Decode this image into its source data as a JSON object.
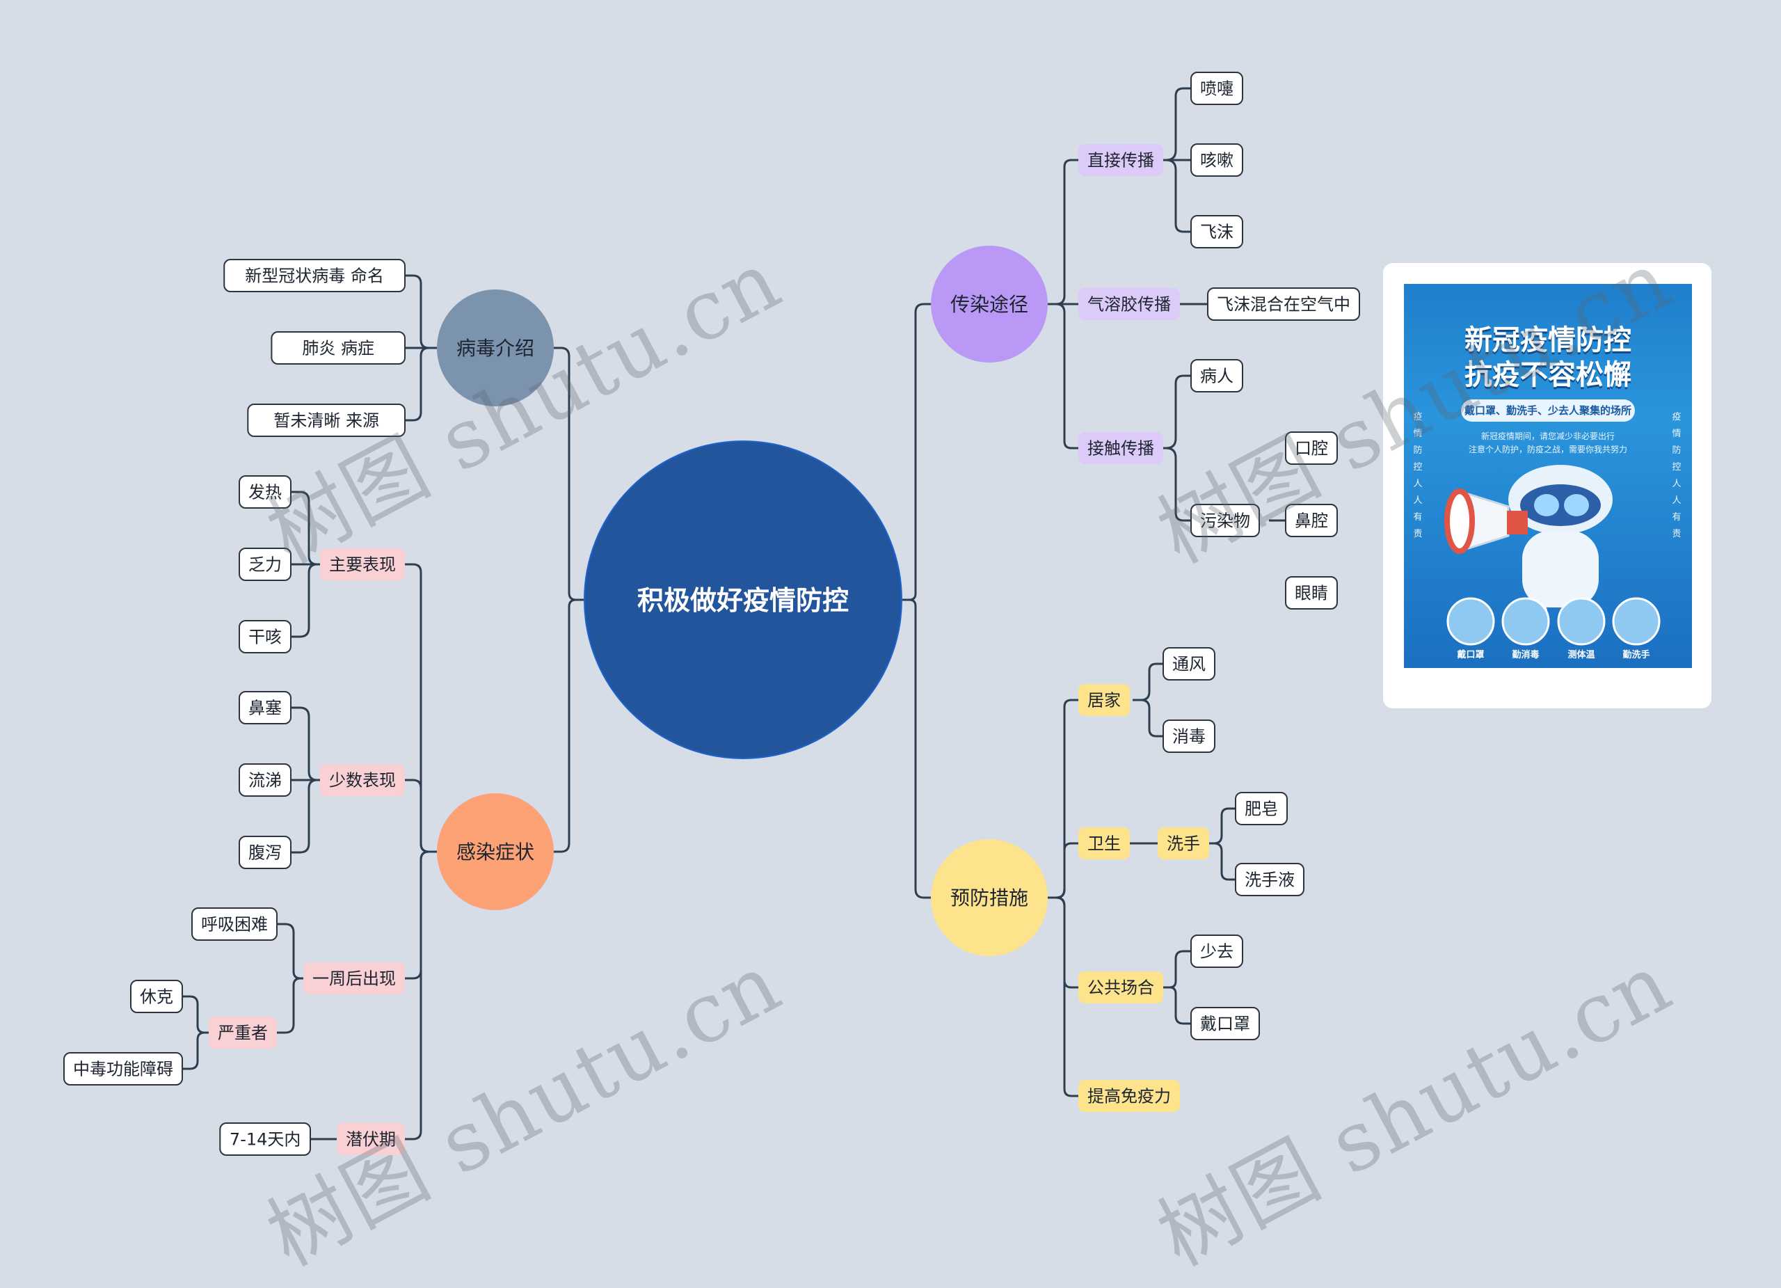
{
  "root": {
    "label": "积极做好疫情防控",
    "color": "#23559d"
  },
  "colors": {
    "line": "#2c3e50",
    "bg": "#d7dde6"
  },
  "branches": {
    "virus": {
      "label": "病毒介绍",
      "color": "#7b93ad",
      "items": [
        "新型冠状病毒   命名",
        "肺炎     病症",
        "暂未清晰    来源"
      ]
    },
    "symptoms": {
      "label": "感染症状",
      "color": "#fca275",
      "groups": [
        {
          "label": "主要表现",
          "items": [
            "发热",
            "乏力",
            "干咳"
          ]
        },
        {
          "label": "少数表现",
          "items": [
            "鼻塞",
            "流涕",
            "腹泻"
          ]
        },
        {
          "label": "一周后出现",
          "items": [
            "呼吸困难"
          ],
          "sub": {
            "label": "严重者",
            "items": [
              "休克",
              "中毒功能障碍"
            ]
          }
        },
        {
          "label": "潜伏期",
          "items": [
            "7-14天内"
          ]
        }
      ]
    },
    "transmission": {
      "label": "传染途径",
      "color": "#b999f5",
      "groups": [
        {
          "label": "直接传播",
          "items": [
            "喷嚏",
            "咳嗽",
            "飞沫"
          ]
        },
        {
          "label": "气溶胶传播",
          "items": [
            "飞沫混合在空气中"
          ]
        },
        {
          "label": "接触传播",
          "items": [
            "病人"
          ],
          "sub": {
            "label": "污染物",
            "items": [
              "口腔",
              "鼻腔",
              "眼睛"
            ]
          }
        }
      ]
    },
    "prevention": {
      "label": "预防措施",
      "color": "#fde38b",
      "groups": [
        {
          "label": "居家",
          "items": [
            "通风",
            "消毒"
          ]
        },
        {
          "label": "卫生",
          "sub": {
            "label": "洗手",
            "items": [
              "肥皂",
              "洗手液"
            ]
          }
        },
        {
          "label": "公共场合",
          "items": [
            "少去",
            "戴口罩"
          ]
        },
        {
          "label": "提高免疫力"
        }
      ]
    }
  },
  "poster": {
    "title_1": "新冠疫情防控",
    "title_2": "抗疫不容松懈",
    "subtitle": "戴口罩、勤洗手、少去人聚集的场所",
    "body_1": "新冠疫情期间，请您减少非必要出行",
    "body_2": "注意个人防护，防疫之战，需要你我共努力",
    "side_text": "疫情防控人人有责",
    "labels": [
      "戴口罩",
      "勤消毒",
      "测体温",
      "勤洗手"
    ]
  },
  "watermark": "树图 shutu.cn"
}
